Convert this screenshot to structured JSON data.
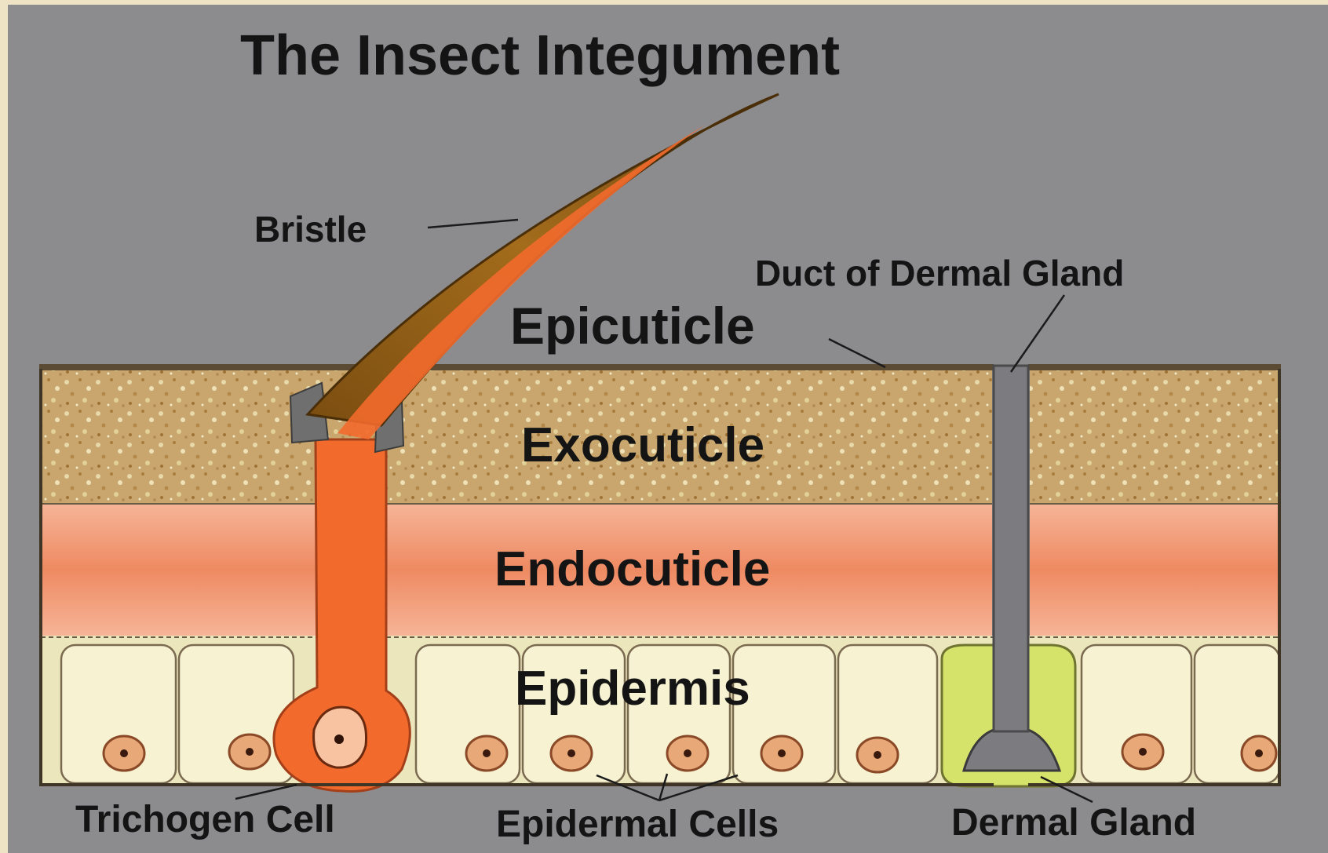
{
  "title": "The Insect Integument",
  "labels": {
    "bristle": "Bristle",
    "duct": "Duct of Dermal Gland",
    "epicuticle": "Epicuticle",
    "exocuticle": "Exocuticle",
    "endocuticle": "Endocuticle",
    "epidermis": "Epidermis",
    "trichogen": "Trichogen Cell",
    "epidermal_cells": "Epidermal Cells",
    "dermal_gland": "Dermal Gland"
  },
  "colors": {
    "background": "#8c8c8f",
    "exocuticle": "#c8a46a",
    "endocuticle": "#f08f68",
    "epidermis": "#f3efc6",
    "bristle": "#8a5a14",
    "trichogen": "#f26a2c",
    "gland": "#d6e36a",
    "duct": "#7c7c80"
  }
}
